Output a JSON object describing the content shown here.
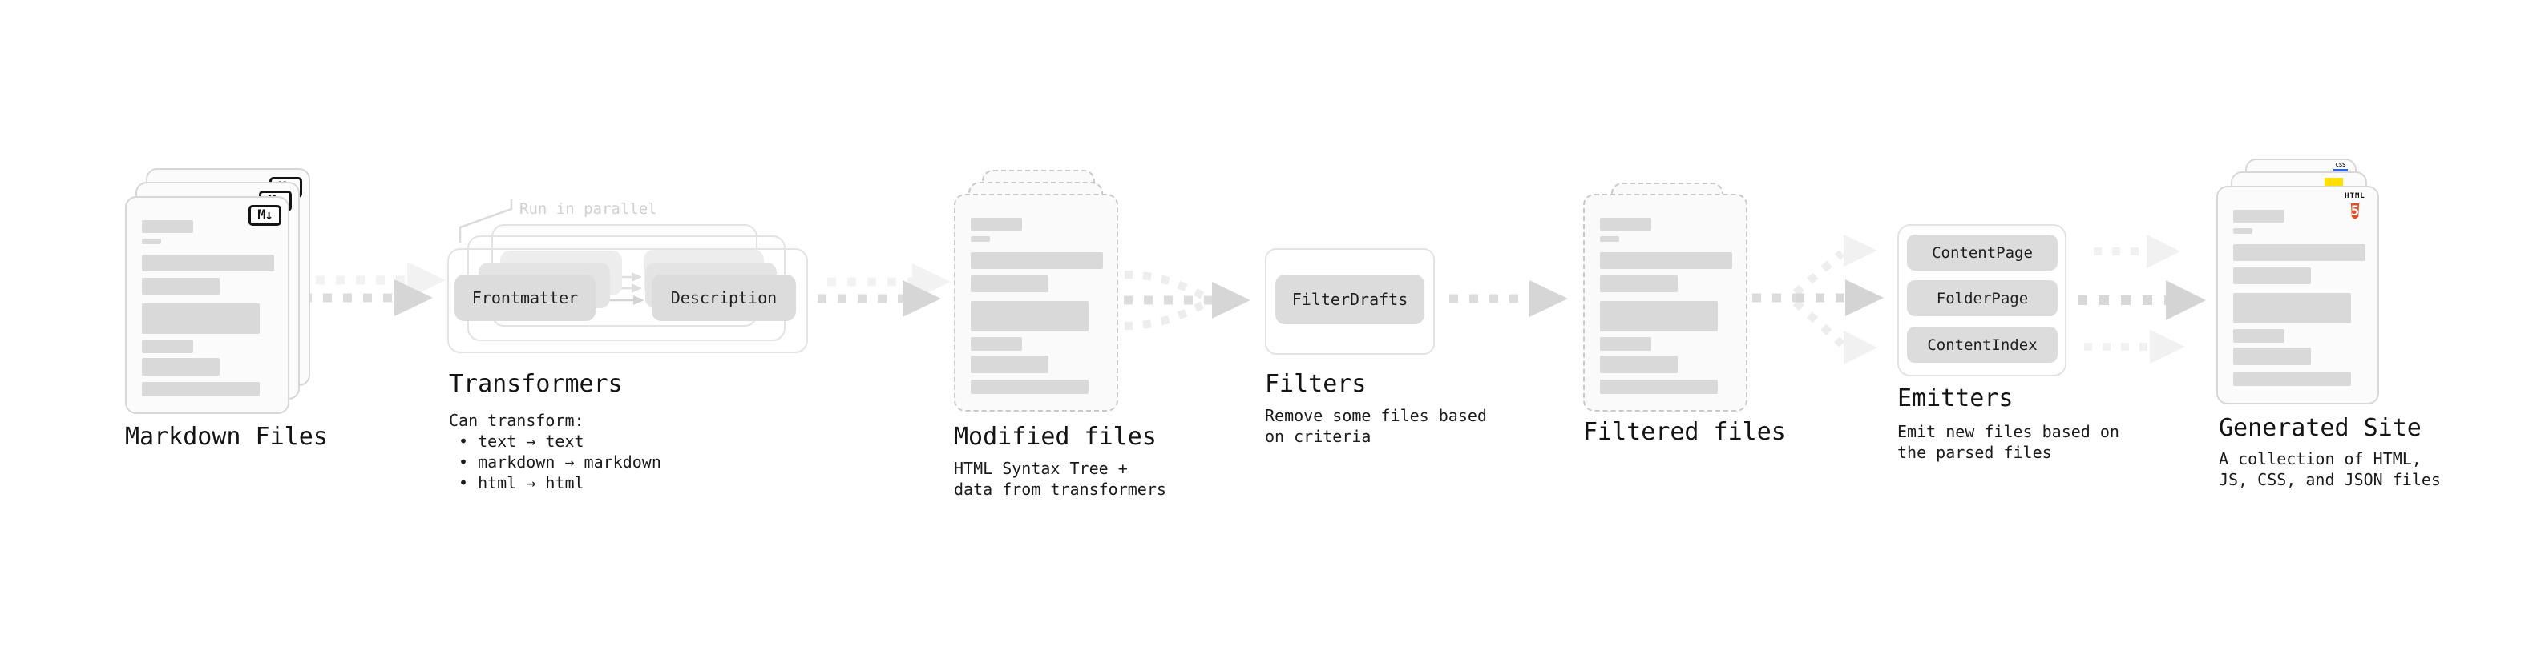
{
  "stages": [
    {
      "id": "markdown-files",
      "label": "Markdown Files"
    },
    {
      "id": "transformers",
      "label": "Transformers",
      "annotation": "Run in parallel",
      "nodes": [
        "Frontmatter",
        "Description"
      ],
      "sublines": [
        "Can transform:",
        "• text → text",
        "• markdown → markdown",
        "• html → html"
      ]
    },
    {
      "id": "modified-files",
      "label": "Modified files",
      "sublines": [
        "HTML Syntax Tree +",
        "data from transformers"
      ]
    },
    {
      "id": "filters",
      "label": "Filters",
      "nodes": [
        "FilterDrafts"
      ],
      "sublines": [
        "Remove some files based",
        "on criteria"
      ]
    },
    {
      "id": "filtered-files",
      "label": "Filtered files"
    },
    {
      "id": "emitters",
      "label": "Emitters",
      "nodes": [
        "ContentPage",
        "FolderPage",
        "ContentIndex"
      ],
      "sublines": [
        "Emit new files based on",
        "the parsed files"
      ]
    },
    {
      "id": "generated-site",
      "label": "Generated Site",
      "sublines": [
        "A collection of HTML,",
        "JS, CSS, and JSON files"
      ]
    }
  ],
  "badges": {
    "markdown": "M↓",
    "html_brand": "HTML",
    "html_number": "5",
    "css_brand": "CSS"
  },
  "colors": {
    "html5_orange": "#e44d26",
    "js_yellow": "#ffe000",
    "css_blue": "#2965f1",
    "arrow_gray": "#dcdcdc",
    "arrow_faint": "#f1f1f1",
    "placeholder_gray": "#d9d9d9"
  }
}
